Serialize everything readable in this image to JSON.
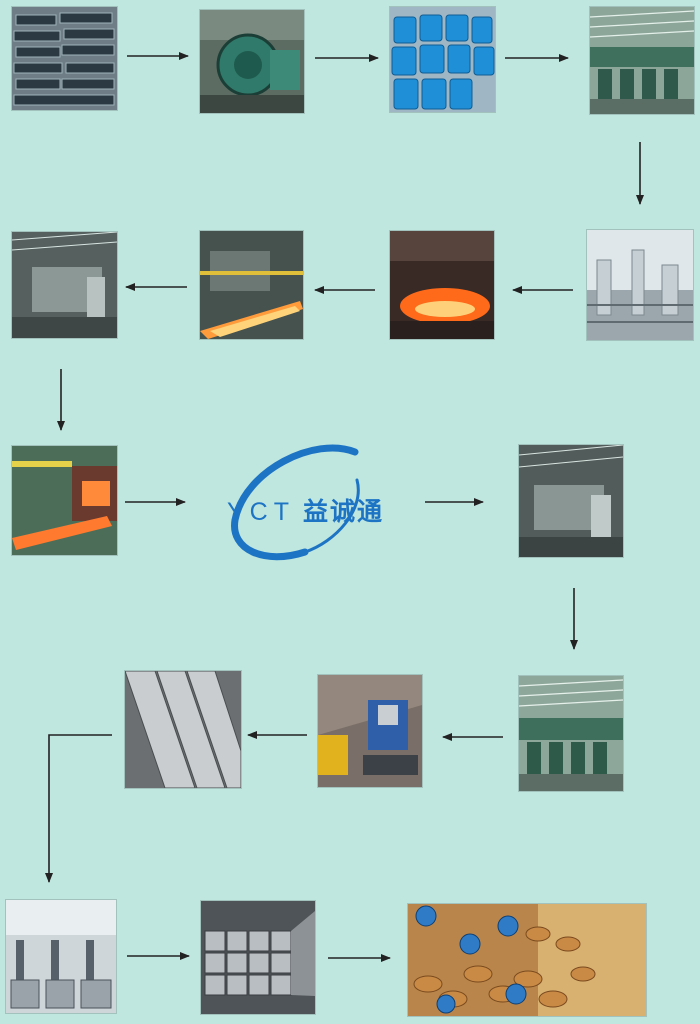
{
  "logo": {
    "latin": "YCT",
    "chinese": "益诚通",
    "color": "#1d74c4"
  },
  "colors": {
    "background": "#bfe6df",
    "arrow": "#222222"
  },
  "steps": [
    {
      "name": "raw-steel-billets-photo",
      "icon": "steel-billets"
    },
    {
      "name": "pump-machinery-photo",
      "icon": "pump"
    },
    {
      "name": "blue-chemical-drums-photo",
      "icon": "drums"
    },
    {
      "name": "rolling-mill-hall-photo",
      "icon": "factory-hall"
    },
    {
      "name": "gas-purification-plant-photo",
      "icon": "plant"
    },
    {
      "name": "hot-rolling-glow-photo",
      "icon": "hot-steel"
    },
    {
      "name": "hot-slab-conveyor-photo",
      "icon": "hot-steel"
    },
    {
      "name": "annealing-furnace-photo",
      "icon": "furnace"
    },
    {
      "name": "reheating-furnace-photo",
      "icon": "hot-steel"
    },
    {
      "name": "annealing-line-photo",
      "icon": "furnace"
    },
    {
      "name": "finishing-mill-hall-photo",
      "icon": "factory-hall"
    },
    {
      "name": "cutting-machine-photo",
      "icon": "cutter"
    },
    {
      "name": "flat-bar-products-photo",
      "icon": "flat-bars"
    },
    {
      "name": "warehouse-stock-photo",
      "icon": "warehouse"
    },
    {
      "name": "square-bar-bundles-photo",
      "icon": "bundles"
    },
    {
      "name": "coins-and-globes-photo",
      "icon": "coins"
    }
  ]
}
